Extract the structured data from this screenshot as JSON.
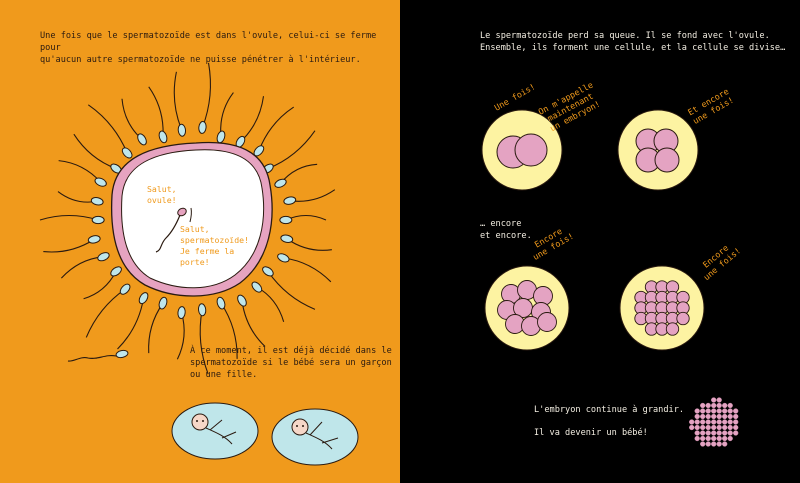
{
  "left_page": {
    "intro_text": "Une fois que le spermatozoïde est dans l'ovule, celui-ci se ferme pour\nqu'aucun autre spermatozoïde ne puisse pénétrer à l'intérieur.",
    "bubble_ovule": "Salut,\novule!",
    "bubble_sperm": "Salut,\nspermatozoïde!\nJe ferme la\nporte!",
    "moment_text": "À ce moment, il est déjà décidé dans le\nspermatozoïde si le bébé sera un garçon\nou une fille."
  },
  "right_page": {
    "intro_text": "Le spermatozoïde perd sa queue. Il se fond avec l'ovule.\nEnsemble, ils forment une cellule, et la cellule se divise…",
    "label_once": "Une fois!",
    "label_embryo": "On m'appelle\nmaintenant\nun embryon!",
    "label_again": "Et encore\nune fois!",
    "encore_text": "… encore\net encore.",
    "label_again2": "Encore\nune fois!",
    "label_again3": "Encore\nune fois!",
    "grow_text": "L'embryon continue à grandir.",
    "baby_text": "Il va devenir un bébé!"
  },
  "colors": {
    "orange": "#f09a1c",
    "black": "#000000",
    "cell_pink": "#e4a3c2",
    "egg_yellow": "#fdf3a2",
    "sperm_blue": "#bfe6ea"
  }
}
